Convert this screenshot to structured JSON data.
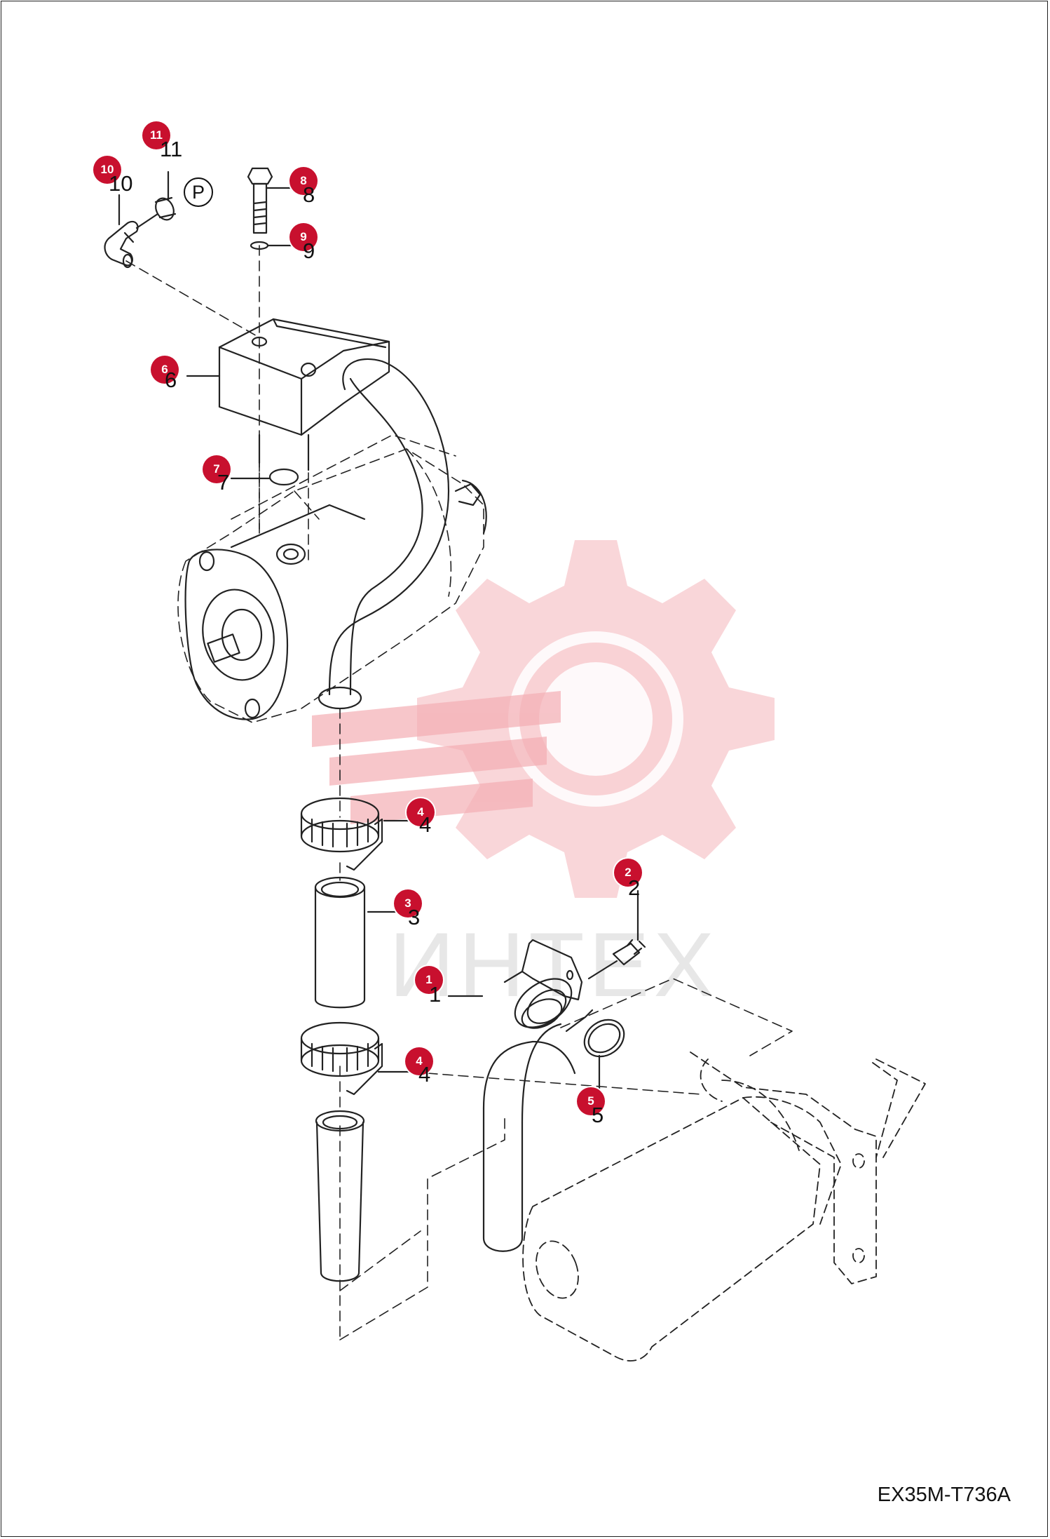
{
  "watermark": {
    "text": "ИНТЕХ"
  },
  "drawing_code": "EX35M-T736A",
  "symbols": {
    "p_mark": "P"
  },
  "callouts": [
    {
      "number": "1",
      "label": "1"
    },
    {
      "number": "2",
      "label": "2"
    },
    {
      "number": "3",
      "label": "3"
    },
    {
      "number": "4",
      "label": "4"
    },
    {
      "number": "4",
      "label": "4"
    },
    {
      "number": "5",
      "label": "5"
    },
    {
      "number": "6",
      "label": "6"
    },
    {
      "number": "7",
      "label": "7"
    },
    {
      "number": "8",
      "label": "8"
    },
    {
      "number": "9",
      "label": "9"
    },
    {
      "number": "10",
      "label": "10"
    },
    {
      "number": "11",
      "label": "11"
    }
  ],
  "colors": {
    "badge": "#c8102e",
    "watermark": "#f6c4c8",
    "line": "#222222"
  }
}
